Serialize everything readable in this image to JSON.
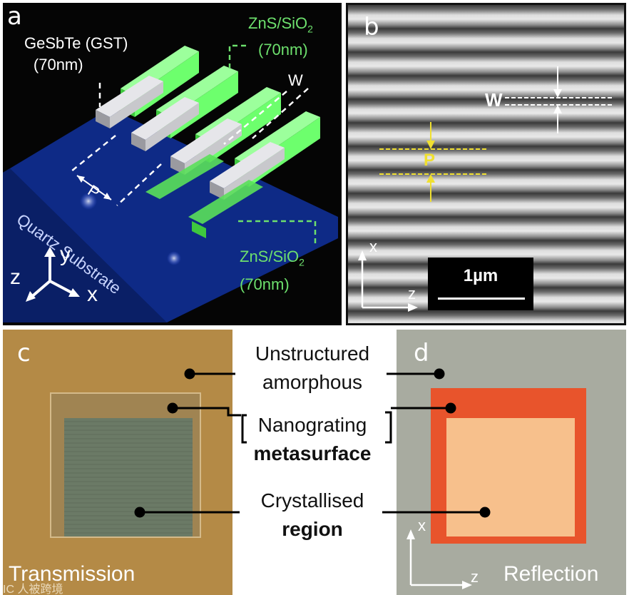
{
  "panel_a": {
    "label": "a",
    "gst_line1": "GeSbTe (GST)",
    "gst_line2": "(70nm)",
    "zns_top_line1": "ZnS/SiO",
    "zns_top_sub": "2",
    "zns_top_line2": "(70nm)",
    "w_label": "W",
    "p_label": "P",
    "substrate_label": "Quartz Substrate",
    "zns_bottom_line1": "ZnS/SiO",
    "zns_bottom_sub": "2",
    "zns_bottom_line2": "(70nm)",
    "axis_y": "y",
    "axis_z": "z",
    "axis_x": "x",
    "colors": {
      "background": "#050505",
      "substrate": "#0e2a86",
      "cladding": "#6dff6d",
      "gst": "#c8c8cc",
      "label_green": "#6de06d"
    }
  },
  "panel_b": {
    "label": "b",
    "w_label": "W",
    "p_label": "P",
    "scalebar_label": "1µm",
    "axis_x": "x",
    "axis_z": "z"
  },
  "panel_c": {
    "label": "c",
    "caption": "Transmission",
    "colors": {
      "background": "#b48a46",
      "grating": "#6b7a66"
    }
  },
  "panel_d": {
    "label": "d",
    "caption": "Reflection",
    "axis_x": "x",
    "axis_z": "z",
    "colors": {
      "background": "#a8aba0",
      "frame": "#e8542c",
      "crystal": "#f7c08c"
    }
  },
  "legend": {
    "unstructured_1": "Unstructured",
    "unstructured_2": "amorphous",
    "nanograting_1": "Nanograting",
    "nanograting_2": "metasurface",
    "crystallised_1": "Crystallised",
    "crystallised_2": "region"
  },
  "watermark": "IC 人被跨境"
}
